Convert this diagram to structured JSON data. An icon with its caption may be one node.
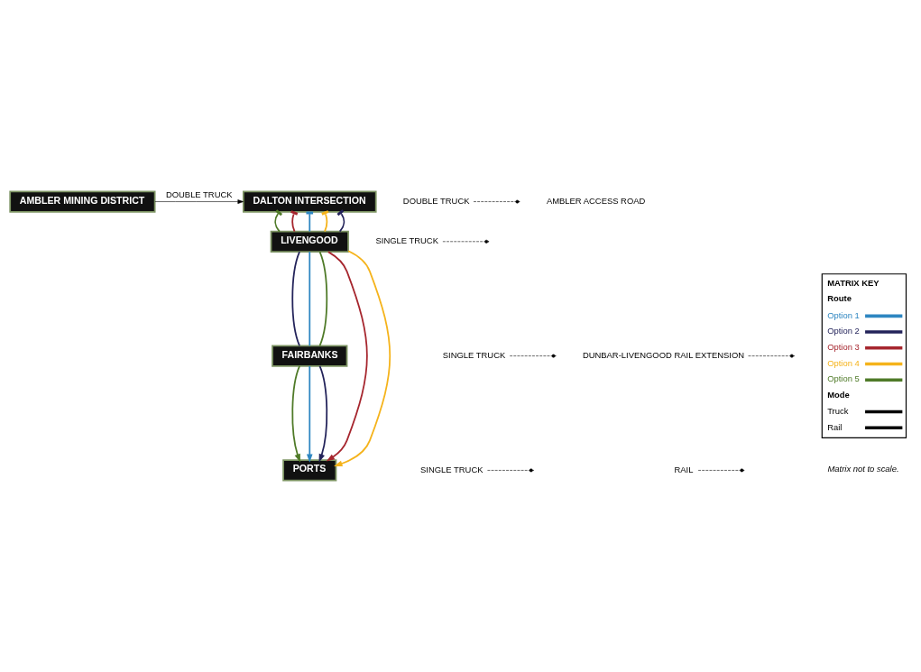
{
  "diagram": {
    "nodes": [
      {
        "text": [
          "AMBLER MINING DISTRICT"
        ]
      },
      {
        "text": [
          "DALTON INTERSECTION"
        ]
      },
      {
        "text": [
          "LIVENGOOD"
        ]
      },
      {
        "text": [
          "FAIRBANKS"
        ]
      },
      {
        "text": [
          "PORTS"
        ]
      },
      {
        "text": [
          "DOUBLE TRUCK"
        ]
      },
      {
        "text": [
          "SINGLE TRUCK"
        ]
      },
      {
        "text": [
          "SINGLE TRUCK"
        ]
      },
      {
        "text": [
          "DUNBAR-LIVENGOOD RAIL EXTENSION"
        ]
      },
      {
        "text": [
          "SINGLE TRUCK"
        ]
      },
      {
        "text": [
          "RAIL"
        ]
      }
    ],
    "edges": [
      {
        "from": 0,
        "to": 1,
        "arrow": "to",
        "label": "DOUBLE TRUCK"
      },
      {
        "from": 1,
        "to": 2,
        "arrow": "other",
        "color": "#4f7a28"
      },
      {
        "from": 1,
        "to": 2,
        "arrow": "other",
        "color": "#a6262e"
      },
      {
        "from": 1,
        "to": 2,
        "arrow": "other",
        "color": "#2e86c1"
      },
      {
        "from": 1,
        "to": 2,
        "arrow": "other",
        "color": "#f5b31b"
      },
      {
        "from": 1,
        "to": 2,
        "arrow": "other",
        "color": "#23235a"
      },
      {
        "from": 2,
        "to": 3,
        "arrow": "none",
        "color": "#23235a"
      },
      {
        "from": 2,
        "to": 3,
        "arrow": "none",
        "color": "#2e86c1"
      },
      {
        "from": 2,
        "to": 3,
        "arrow": "none",
        "color": "#4f7a28"
      },
      {
        "from": 2,
        "to": 4,
        "arrow": "to",
        "color": "#a6262e"
      },
      {
        "from": 2,
        "to": 4,
        "arrow": "to",
        "color": "#f5b31b"
      },
      {
        "from": 3,
        "to": 4,
        "arrow": "to",
        "color": "#4f7a28"
      },
      {
        "from": 3,
        "to": 4,
        "arrow": "to",
        "color": "#2e86c1"
      },
      {
        "from": 3,
        "to": 4,
        "arrow": "to",
        "color": "#23235a"
      },
      {
        "from": 5,
        "to": null,
        "arrow": "other",
        "style": "dashed"
      },
      {
        "from": 6,
        "to": null,
        "arrow": "other",
        "style": "dashed"
      },
      {
        "from": 7,
        "to": null,
        "arrow": "other",
        "style": "dashed"
      },
      {
        "from": 8,
        "to": null,
        "arrow": "other",
        "style": "dashed"
      },
      {
        "from": 9,
        "to": null,
        "arrow": "other",
        "style": "dashed"
      },
      {
        "from": 10,
        "to": null,
        "arrow": "other",
        "style": "dashed"
      }
    ],
    "labels": [
      "AMBLER ACCESS ROAD",
      "MATRIX KEY",
      "Route",
      "Mode",
      "Matrix not to scale."
    ],
    "legend": [
      {
        "text": "Option 1",
        "color": "#2e86c1"
      },
      {
        "text": "Option 2",
        "color": "#23235a"
      },
      {
        "text": "Option 3",
        "color": "#a6262e"
      },
      {
        "text": "Option 4",
        "color": "#f5b31b"
      },
      {
        "text": "Option 5",
        "color": "#4f7a28"
      },
      {
        "text": "Truck"
      },
      {
        "text": "Rail"
      }
    ]
  }
}
